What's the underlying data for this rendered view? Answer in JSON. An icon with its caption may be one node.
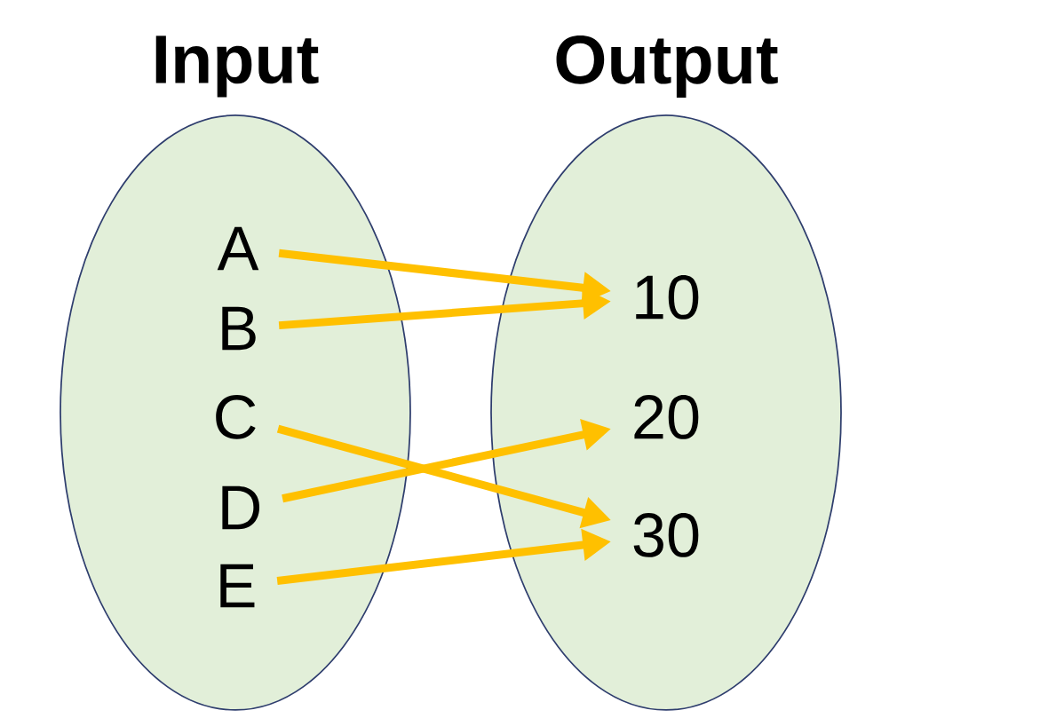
{
  "diagram": {
    "nodes": [
      {
        "text": [
          "Input"
        ]
      },
      {
        "text": [
          "Output"
        ]
      },
      {
        "text": [
          "A"
        ],
        "in": 0
      },
      {
        "text": [
          "B"
        ],
        "in": 0
      },
      {
        "text": [
          "C"
        ],
        "in": 0
      },
      {
        "text": [
          "D"
        ],
        "in": 0
      },
      {
        "text": [
          "E"
        ],
        "in": 0
      },
      {
        "text": [
          "10"
        ],
        "in": 1
      },
      {
        "text": [
          "20"
        ],
        "in": 1
      },
      {
        "text": [
          "30"
        ],
        "in": 1
      }
    ],
    "edges": [
      {
        "from": 2,
        "to": 7,
        "arrow": "to"
      },
      {
        "from": 3,
        "to": 7,
        "arrow": "to"
      },
      {
        "from": 4,
        "to": 9,
        "arrow": "to"
      },
      {
        "from": 5,
        "to": 8,
        "arrow": "to"
      },
      {
        "from": 6,
        "to": 9,
        "arrow": "to"
      }
    ]
  }
}
